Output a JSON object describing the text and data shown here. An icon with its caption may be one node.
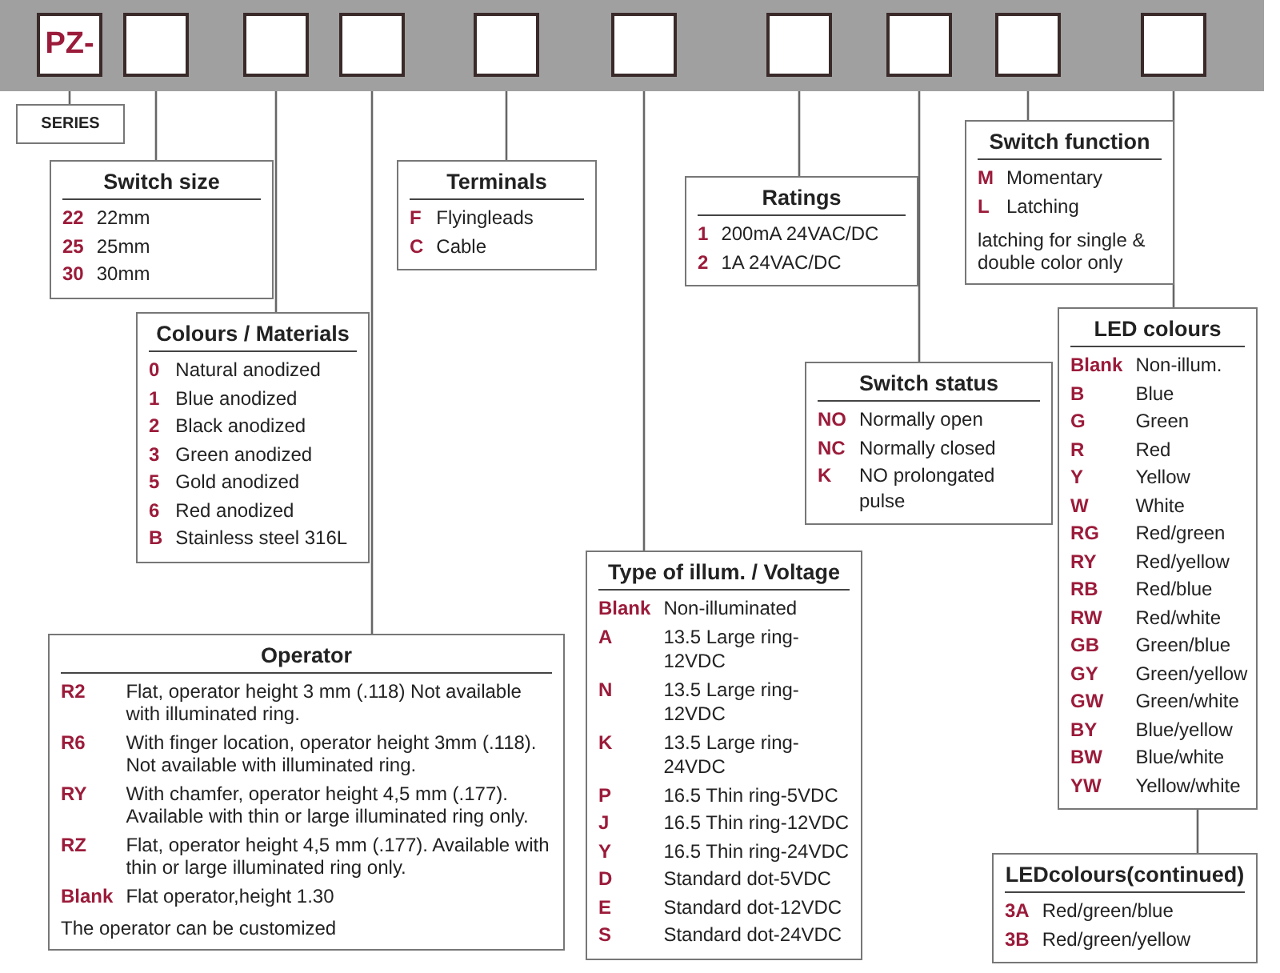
{
  "diagram": {
    "nodes": [
      {
        "text": [],
        "shape": "bar"
      },
      {
        "text": [
          "PZ-"
        ],
        "in": 0
      },
      {
        "text": [],
        "shape": "box",
        "in": 0
      },
      {
        "text": [],
        "shape": "box",
        "in": 0
      },
      {
        "text": [],
        "shape": "box",
        "in": 0
      },
      {
        "text": [],
        "shape": "box",
        "in": 0
      },
      {
        "text": [],
        "shape": "box",
        "in": 0
      },
      {
        "text": [],
        "shape": "box",
        "in": 0
      },
      {
        "text": [],
        "shape": "box",
        "in": 0
      },
      {
        "text": [],
        "shape": "box",
        "in": 0
      },
      {
        "text": [],
        "shape": "box",
        "in": 0
      },
      {
        "text": [
          "SERIES"
        ]
      },
      {
        "text": [
          "Switch size",
          "22",
          "22mm",
          "25",
          "25mm",
          "30",
          "30mm"
        ]
      },
      {
        "text": [
          "Colours / Materials",
          "0",
          "Natural anodized",
          "1",
          "Blue anodized",
          "2",
          "Black anodized",
          "3",
          "Green anodized",
          "5",
          "Gold anodized",
          "6",
          "Red anodized",
          "B",
          "Stainless steel 316L"
        ]
      },
      {
        "text": [
          "Terminals",
          "F",
          "Flyingleads",
          "C",
          "Cable"
        ]
      },
      {
        "text": [
          "Ratings",
          "1",
          "200mA 24VAC/DC",
          "2",
          "1A 24VAC/DC"
        ]
      },
      {
        "text": [
          "Switch function",
          "M",
          "Momentary",
          "L",
          "Latching",
          "latching for single & double color only"
        ]
      },
      {
        "text": [
          "Switch status",
          "NO",
          "Normally open",
          "NC",
          "Normally closed",
          "K",
          "NO prolongated pulse"
        ]
      },
      {
        "text": [
          "LED colours",
          "Blank",
          "Non-illum.",
          "B",
          "Blue",
          "G",
          "Green",
          "R",
          "Red",
          "Y",
          "Yellow",
          "W",
          "White",
          "RG",
          "Red/green",
          "RY",
          "Red/yellow",
          "RB",
          "Red/blue",
          "RW",
          "Red/white",
          "GB",
          "Green/blue",
          "GY",
          "Green/yellow",
          "GW",
          "Green/white",
          "BY",
          "Blue/yellow",
          "BW",
          "Blue/white",
          "YW",
          "Yellow/white"
        ]
      },
      {
        "text": [
          "Type of illum. / Voltage",
          "Blank",
          "Non-illuminated",
          "A",
          "13.5 Large ring-12VDC",
          "N",
          "13.5 Large ring-12VDC",
          "K",
          "13.5 Large ring-24VDC",
          "P",
          "16.5 Thin ring-5VDC",
          "J",
          "16.5 Thin ring-12VDC",
          "Y",
          "16.5 Thin ring-24VDC",
          "D",
          "Standard dot-5VDC",
          "E",
          "Standard dot-12VDC",
          "S",
          "Standard dot-24VDC"
        ]
      },
      {
        "text": [
          "Operator",
          "R2",
          "Flat, operator height 3 mm (.118) Not available with illuminated ring.",
          "R6",
          "With finger location, operator height 3mm (.118). Not available with illuminated ring.",
          "RY",
          "With chamfer, operator height 4,5 mm (.177). Available with thin or large illuminated ring only.",
          "RZ",
          "Flat, operator height 4,5 mm (.177). Available with thin or large illuminated ring only.",
          "Blank",
          "Flat operator,height 1.30",
          "The operator can be customized"
        ]
      },
      {
        "text": [
          "LEDcolours(continued)",
          "3A",
          "Red/green/blue",
          "3B",
          "Red/green/yellow"
        ]
      }
    ],
    "edges": [
      {
        "from": 1,
        "to": 11,
        "arrow": "none"
      },
      {
        "from": 2,
        "to": 12,
        "arrow": "none"
      },
      {
        "from": 3,
        "to": 13,
        "arrow": "none"
      },
      {
        "from": 4,
        "to": 20,
        "arrow": "none"
      },
      {
        "from": 5,
        "to": 14,
        "arrow": "none"
      },
      {
        "from": 6,
        "to": 19,
        "arrow": "none"
      },
      {
        "from": 7,
        "to": 15,
        "arrow": "none"
      },
      {
        "from": 8,
        "to": 17,
        "arrow": "none"
      },
      {
        "from": 9,
        "to": 16,
        "arrow": "none"
      },
      {
        "from": 10,
        "to": 18,
        "arrow": "none"
      },
      {
        "from": 18,
        "to": 21,
        "arrow": "none"
      }
    ]
  }
}
